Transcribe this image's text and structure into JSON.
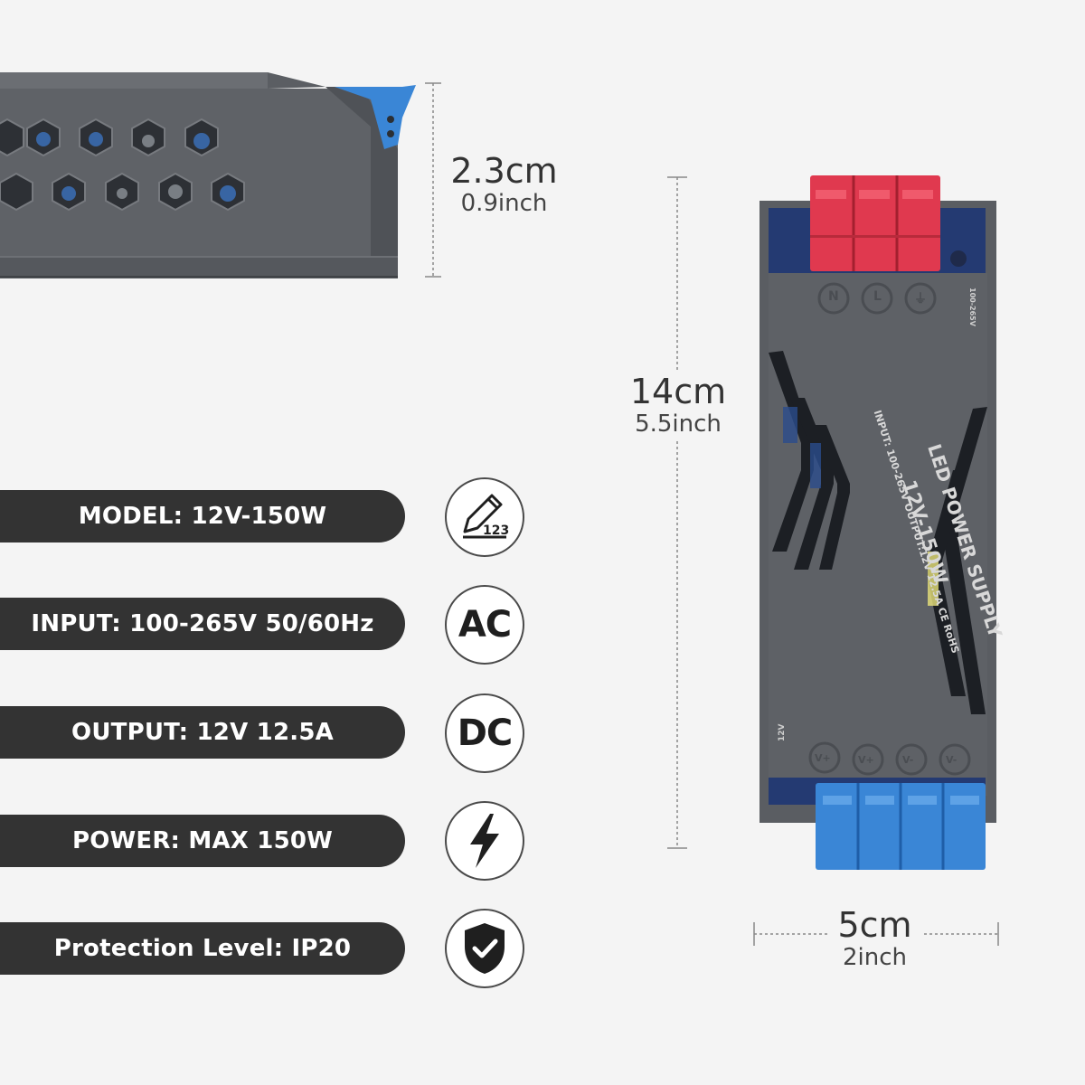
{
  "specs": [
    {
      "label": "MODEL: 12V-150W",
      "icon": "pencil-123-icon",
      "icon_text": "123"
    },
    {
      "label": "INPUT: 100-265V 50/60Hz",
      "icon": "ac-icon",
      "icon_text": "AC"
    },
    {
      "label": "OUTPUT: 12V 12.5A",
      "icon": "dc-icon",
      "icon_text": "DC"
    },
    {
      "label": "POWER: MAX 150W",
      "icon": "lightning-bolt-icon",
      "icon_text": ""
    },
    {
      "label": "Protection Level: IP20",
      "icon": "shield-check-icon",
      "icon_text": ""
    }
  ],
  "dimensions": {
    "height": {
      "metric": "2.3cm",
      "imperial": "0.9inch"
    },
    "length": {
      "metric": "14cm",
      "imperial": "5.5inch"
    },
    "width": {
      "metric": "5cm",
      "imperial": "2inch"
    }
  },
  "device": {
    "title": "LED POWER SUPPLY",
    "model": "12V-150W",
    "rating": "INPUT: 100-265V OUTPUT:12V 12.5A CE RoHS",
    "input_range": "100-265V",
    "output_voltage": "12V",
    "input_terminals": [
      "N",
      "L",
      "⏚"
    ],
    "output_terminals": [
      "V+",
      "V+",
      "V-",
      "V-"
    ]
  },
  "colors": {
    "bar": "#333333",
    "casing": "#5e6166",
    "terminal_red": "#e0394f",
    "terminal_blue": "#3a86d6",
    "background": "#f4f4f4"
  }
}
